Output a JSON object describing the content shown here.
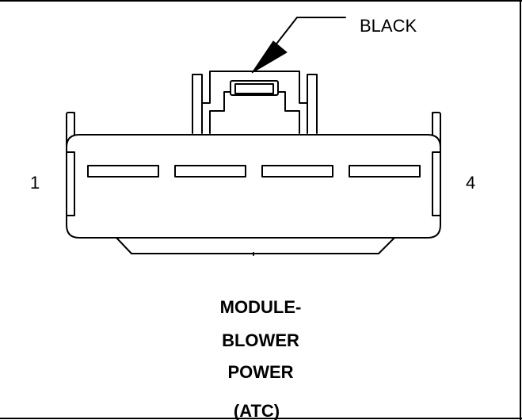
{
  "connector": {
    "color_label": "BLACK",
    "pin_left": "1",
    "pin_right": "4",
    "cavity_count": 4
  },
  "title": {
    "lines": [
      "MODULE-",
      "BLOWER",
      "POWER",
      "(ATC)"
    ]
  },
  "colors": {
    "line": "#000000",
    "background": "#ffffff"
  }
}
